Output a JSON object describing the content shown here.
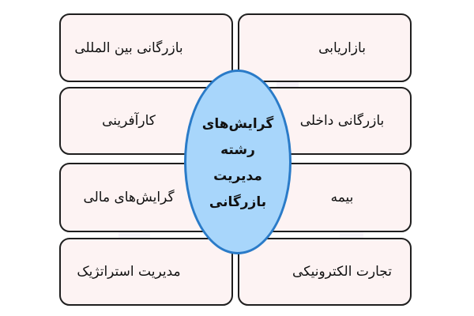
{
  "diagram": {
    "center": {
      "lines": [
        "گرایش‌های",
        "رشته",
        "مدیریت",
        "بازرگانی"
      ],
      "fill_color": "#a8d6fb",
      "stroke_color": "#2a7bc8"
    },
    "left_column": [
      {
        "label": "بازرگانی بین المللی"
      },
      {
        "label": "کارآفرینی"
      },
      {
        "label": "گرایش‌های مالی"
      },
      {
        "label": "مدیریت استراتژیک"
      }
    ],
    "right_column": [
      {
        "label": "بازاریابی"
      },
      {
        "label": "بازرگانی داخلی"
      },
      {
        "label": "بیمه"
      },
      {
        "label": "تجارت الکترونیکی"
      }
    ],
    "box_fill_color": "#fdf3f3",
    "box_border_color": "#1e1e1e"
  }
}
